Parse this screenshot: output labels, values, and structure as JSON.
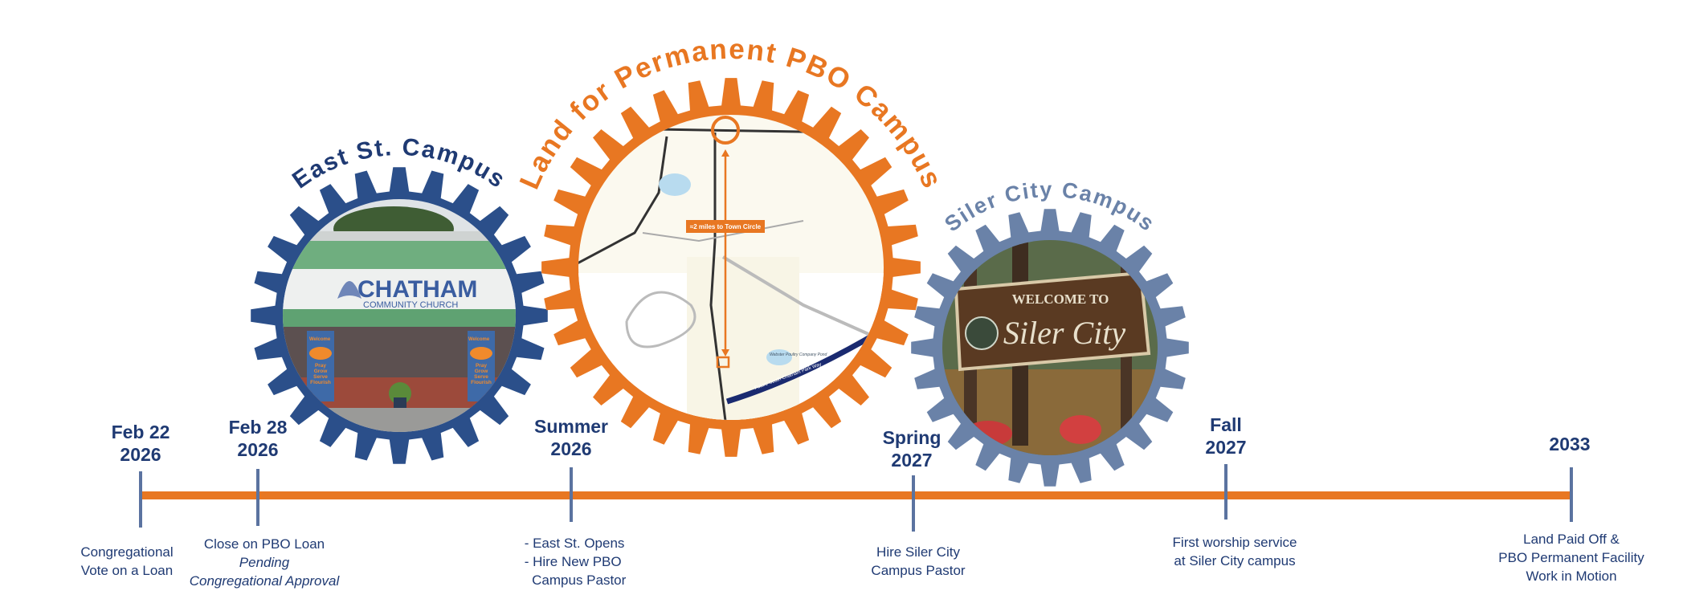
{
  "colors": {
    "orange": "#e87722",
    "blue": "#2b4f8a",
    "slate": "#6a82a8",
    "navy": "#1f3a73",
    "tick": "#5b73a0"
  },
  "gears": {
    "east": {
      "title": "East St. Campus",
      "sign_main": "CHATHAM",
      "sign_sub": "COMMUNITY CHURCH",
      "banner": "Welcome",
      "banner_words": "Pray Grow Serve Flourish"
    },
    "land": {
      "title": "Land for Permanent PBO Campus",
      "map_label": "≈2 miles  to Town Circle",
      "road_label": "Future South Chatham Park Way",
      "pond_label": "Webster Poultry Company Pond"
    },
    "siler": {
      "title": "Siler City Campus",
      "sign_top": "WELCOME TO",
      "sign_main": "Siler City"
    }
  },
  "timeline": [
    {
      "date": [
        "Feb 22",
        "2026"
      ],
      "desc": [
        "Congregational",
        "Vote on a Loan"
      ]
    },
    {
      "date": [
        "Feb 28",
        "2026"
      ],
      "desc": [
        "Close on PBO Loan"
      ],
      "note": [
        "Pending",
        "Congregational Approval"
      ]
    },
    {
      "date": [
        "Summer",
        "2026"
      ],
      "desc": [
        "- East St. Opens",
        "- Hire New PBO",
        "  Campus Pastor"
      ]
    },
    {
      "date": [
        "Spring",
        "2027"
      ],
      "desc": [
        "Hire Siler City",
        "Campus Pastor"
      ]
    },
    {
      "date": [
        "Fall",
        "2027"
      ],
      "desc": [
        "First worship service",
        "at Siler City campus"
      ]
    },
    {
      "date": [
        "2033"
      ],
      "desc": [
        "Land Paid Off &",
        "PBO Permanent Facility",
        "Work in Motion"
      ]
    }
  ]
}
